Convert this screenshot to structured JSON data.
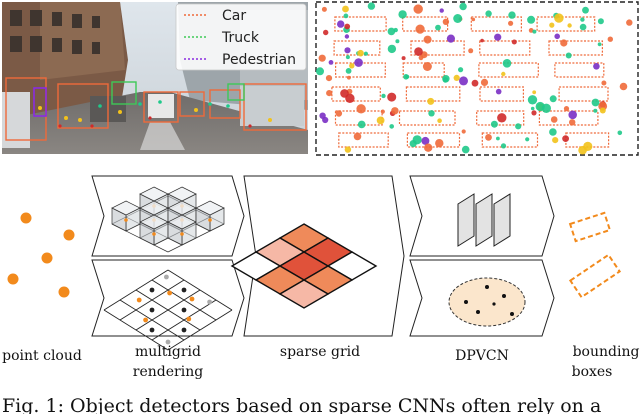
{
  "legend": {
    "items": [
      {
        "label": "Car",
        "color": "#ef6a3a"
      },
      {
        "label": "Truck",
        "color": "#3ec957"
      },
      {
        "label": "Pedestrian",
        "color": "#8a2be2"
      }
    ]
  },
  "pipeline": {
    "labels": {
      "input": "point cloud",
      "stage1_line1": "multigrid",
      "stage1_line2": "rendering",
      "stage2": "sparse grid",
      "stage3": "DPVCN",
      "output_line1": "bounding",
      "output_line2": "boxes"
    }
  },
  "caption": {
    "text": "Fig. 1: Object detectors based on sparse CNNs often rely on a"
  },
  "colors": {
    "accent_orange": "#f28a1c",
    "heat_dark": "#e0523a",
    "heat_mid": "#ef8a5a",
    "heat_light": "#f6b8a6",
    "lidar_teal": "#1fc98a"
  }
}
